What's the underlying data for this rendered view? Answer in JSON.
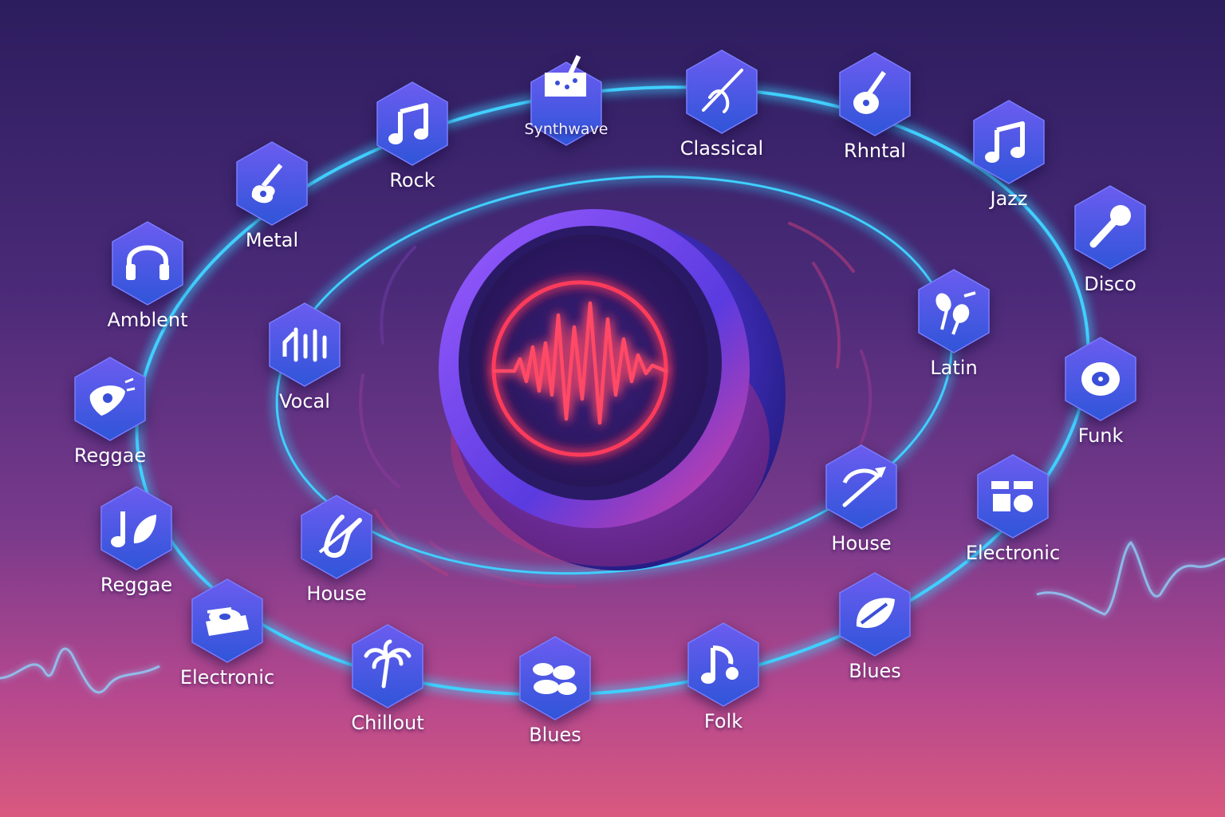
{
  "hub": {
    "icon": "sound-wave-icon",
    "accent": "#ff3b5c",
    "ring": "#7b3fe4"
  },
  "colors": {
    "orbit": "#3fd0ff",
    "hex_top": "#6b5cf0",
    "hex_bottom": "#2f55d8",
    "wave": "#8fd8ff"
  },
  "genres": [
    {
      "label": "Synthwave",
      "icon": "synth-icon",
      "label_in_hex": true
    },
    {
      "label": "Classical",
      "icon": "violin-bow-icon"
    },
    {
      "label": "Rhntal",
      "icon": "acoustic-guitar-icon"
    },
    {
      "label": "Jazz",
      "icon": "music-note-icon"
    },
    {
      "label": "Disco",
      "icon": "microphone-icon"
    },
    {
      "label": "Funk",
      "icon": "vinyl-record-icon"
    },
    {
      "label": "Electronic",
      "icon": "drum-pads-icon"
    },
    {
      "label": "Blues",
      "icon": "leaf-icon"
    },
    {
      "label": "Folk",
      "icon": "music-notes-icon"
    },
    {
      "label": "Blues",
      "icon": "drum-kit-icon"
    },
    {
      "label": "Chillout",
      "icon": "palm-tree-icon"
    },
    {
      "label": "Electronic",
      "icon": "turntable-icon"
    },
    {
      "label": "Reggae",
      "icon": "leaf-note-icon"
    },
    {
      "label": "Reggae",
      "icon": "guitar-pick-icon"
    },
    {
      "label": "Amblent",
      "icon": "headphones-icon"
    },
    {
      "label": "Metal",
      "icon": "electric-guitar-icon"
    },
    {
      "label": "Rock",
      "icon": "music-note-icon"
    },
    {
      "label": "Vocal",
      "icon": "equalizer-icon"
    },
    {
      "label": "House",
      "icon": "saxophone-icon"
    },
    {
      "label": "House",
      "icon": "record-arm-icon"
    },
    {
      "label": "Latin",
      "icon": "maracas-icon"
    }
  ]
}
